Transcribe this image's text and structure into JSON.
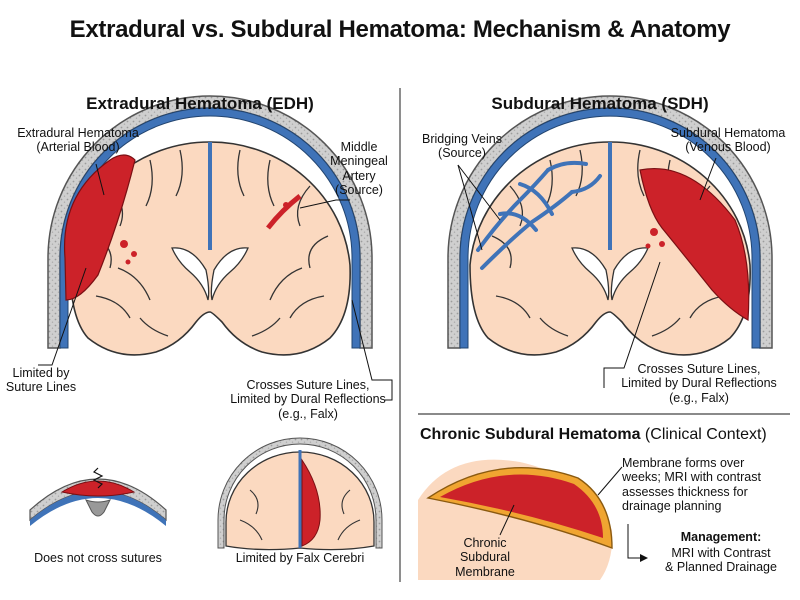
{
  "title": "Extradural vs. Subdural Hematoma: Mechanism & Anatomy",
  "edh": {
    "heading": "Extradural Hematoma (EDH)",
    "label_hematoma": [
      "Extradural Hematoma",
      "(Arterial Blood)"
    ],
    "label_artery": [
      "Middle",
      "Meningeal",
      "Artery",
      "(Source)"
    ],
    "label_limited": [
      "Limited by",
      "Suture Lines"
    ],
    "label_crosses": [
      "Crosses Suture Lines,",
      "Limited by Dural Reflections",
      "(e.g., Falx)"
    ],
    "inset_sutures": "Does not cross sutures",
    "inset_falx": "Limited by Falx Cerebri"
  },
  "sdh": {
    "heading": "Subdural Hematoma (SDH)",
    "label_veins": [
      "Bridging Veins",
      "(Source)"
    ],
    "label_hematoma": [
      "Subdural Hematoma",
      "(Venous Blood)"
    ],
    "label_crosses": [
      "Crosses Suture Lines,",
      "Limited by Dural Reflections",
      "(e.g., Falx)"
    ]
  },
  "chronic": {
    "heading_bold": "Chronic Subdural Hematoma",
    "heading_rest": " (Clinical Context)",
    "label_membrane": [
      "Chronic",
      "Subdural",
      "Membrane"
    ],
    "label_forms": [
      "Membrane forms over",
      "weeks; MRI with contrast",
      "assesses thickness for",
      "drainage planning"
    ],
    "management_title": "Management:",
    "management_text": [
      "MRI with Contrast",
      "& Planned Drainage"
    ]
  },
  "colors": {
    "blood": "#cc2229",
    "brain": "#fbd9c0",
    "dura": "#3f73b8",
    "skull": "#c8c8c8",
    "membrane": "#f0a531"
  }
}
